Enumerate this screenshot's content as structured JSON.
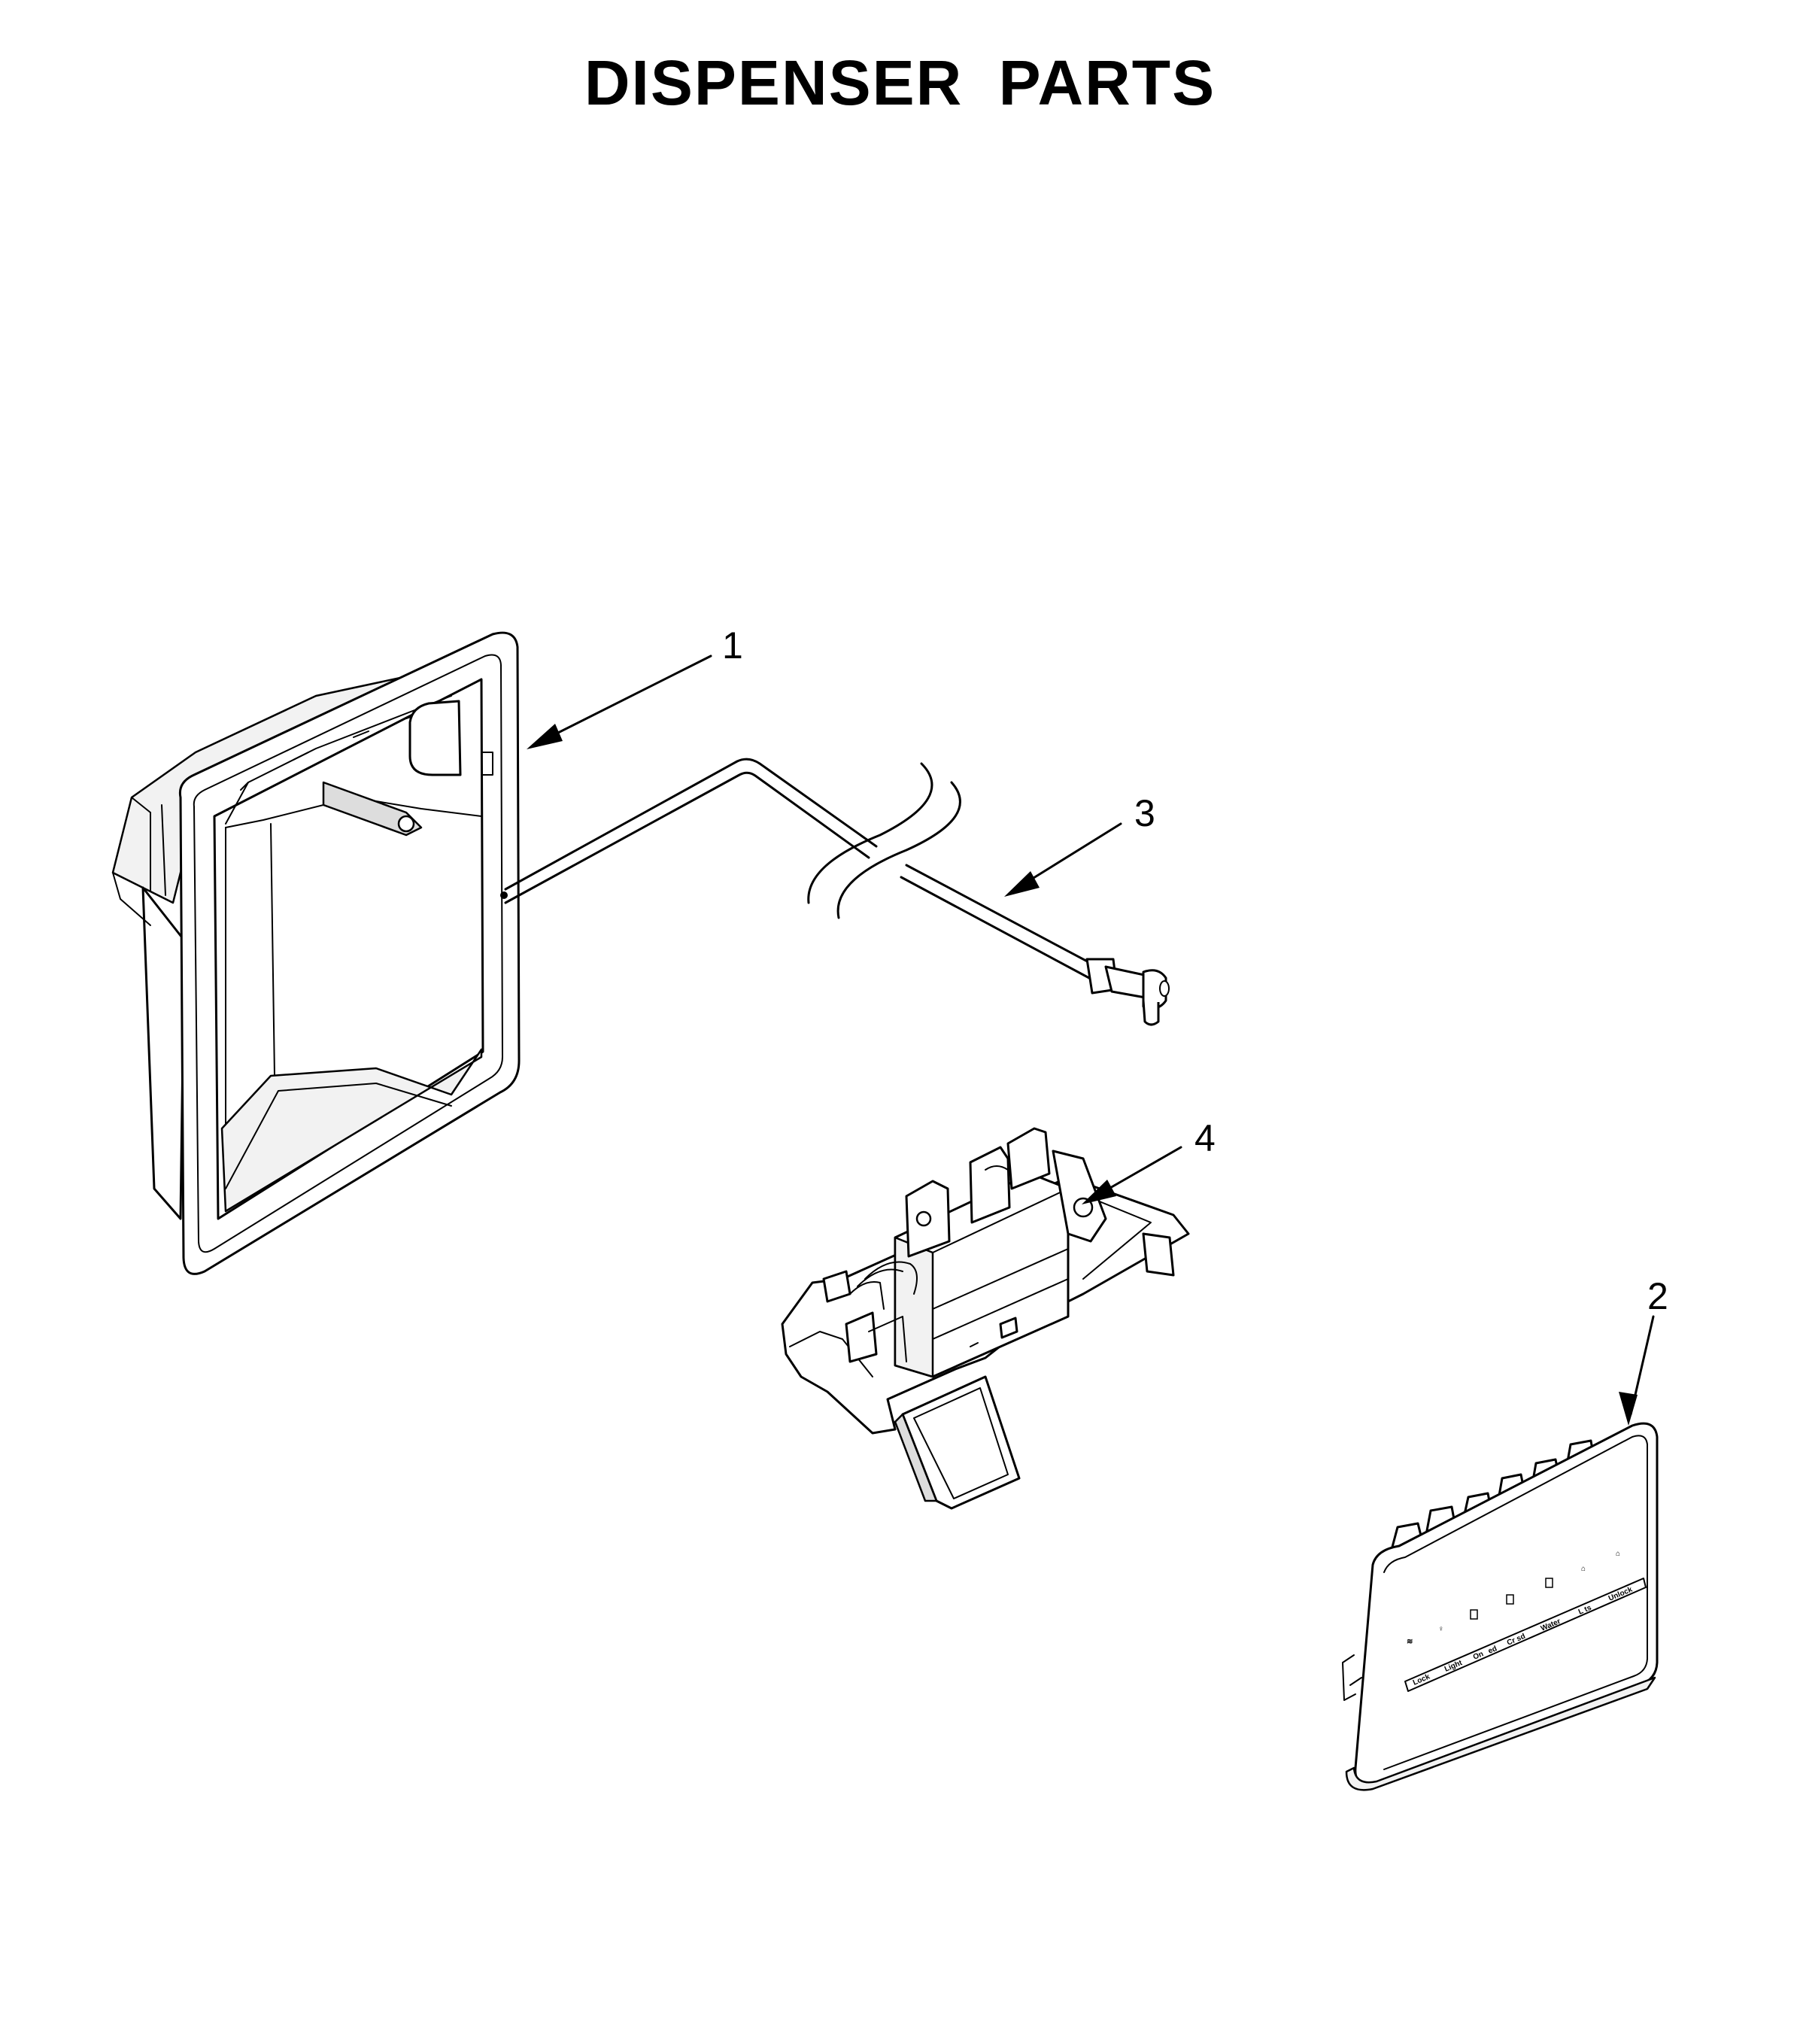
{
  "title": "DISPENSER PARTS",
  "callouts": [
    {
      "id": "1",
      "label": "1"
    },
    {
      "id": "2",
      "label": "2"
    },
    {
      "id": "3",
      "label": "3"
    },
    {
      "id": "4",
      "label": "4"
    }
  ],
  "panel_labels": {
    "lock": "Lock",
    "light": "Light",
    "on": "On",
    "cubed": "ed",
    "crushed": "Cr  sd",
    "water": "Water",
    "lights": "L   ts",
    "unlock": "Unlock"
  }
}
